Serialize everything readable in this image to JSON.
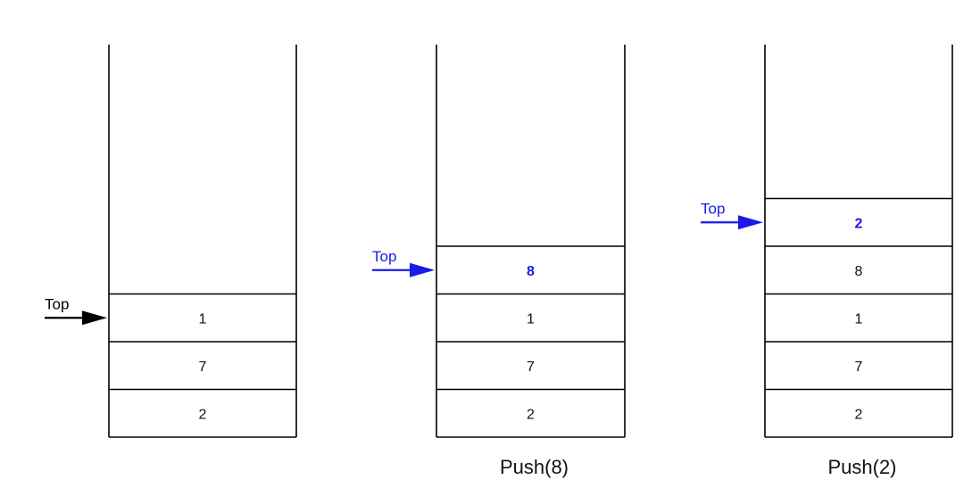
{
  "stacks": [
    {
      "values": [
        "2",
        "7",
        "1"
      ],
      "top_label": "Top",
      "top_color": "#000000",
      "new_value_index": null,
      "caption": ""
    },
    {
      "values": [
        "2",
        "7",
        "1",
        "8"
      ],
      "top_label": "Top",
      "top_color": "#1a1ae6",
      "new_value_index": 3,
      "caption": "Push(8)"
    },
    {
      "values": [
        "2",
        "7",
        "1",
        "8",
        "2"
      ],
      "top_label": "Top",
      "top_color": "#1a1ae6",
      "new_value_index": 4,
      "caption": "Push(2)"
    }
  ],
  "colors": {
    "outline": "#000000",
    "highlight": "#1a1ae6"
  }
}
